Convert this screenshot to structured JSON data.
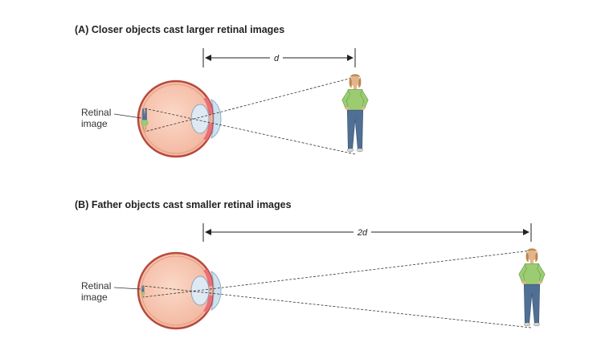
{
  "panel_a": {
    "title": "(A) Closer objects cast larger retinal images",
    "retina_label_line1": "Retinal",
    "retina_label_line2": "image",
    "distance_label": "d"
  },
  "panel_b": {
    "title": "(B) Father objects cast smaller retinal images",
    "retina_label_line1": "Retinal",
    "retina_label_line2": "image",
    "distance_label": "2d"
  },
  "colors": {
    "eyeball": "#f7c9b5",
    "eye_outline": "#b84a3a",
    "iris": "#e8707a",
    "cornea": "#cfe0ef",
    "lens": "#dfe9f3",
    "shirt": "#9ccc72",
    "jeans": "#4f6f94",
    "skin": "#e6b48a"
  }
}
